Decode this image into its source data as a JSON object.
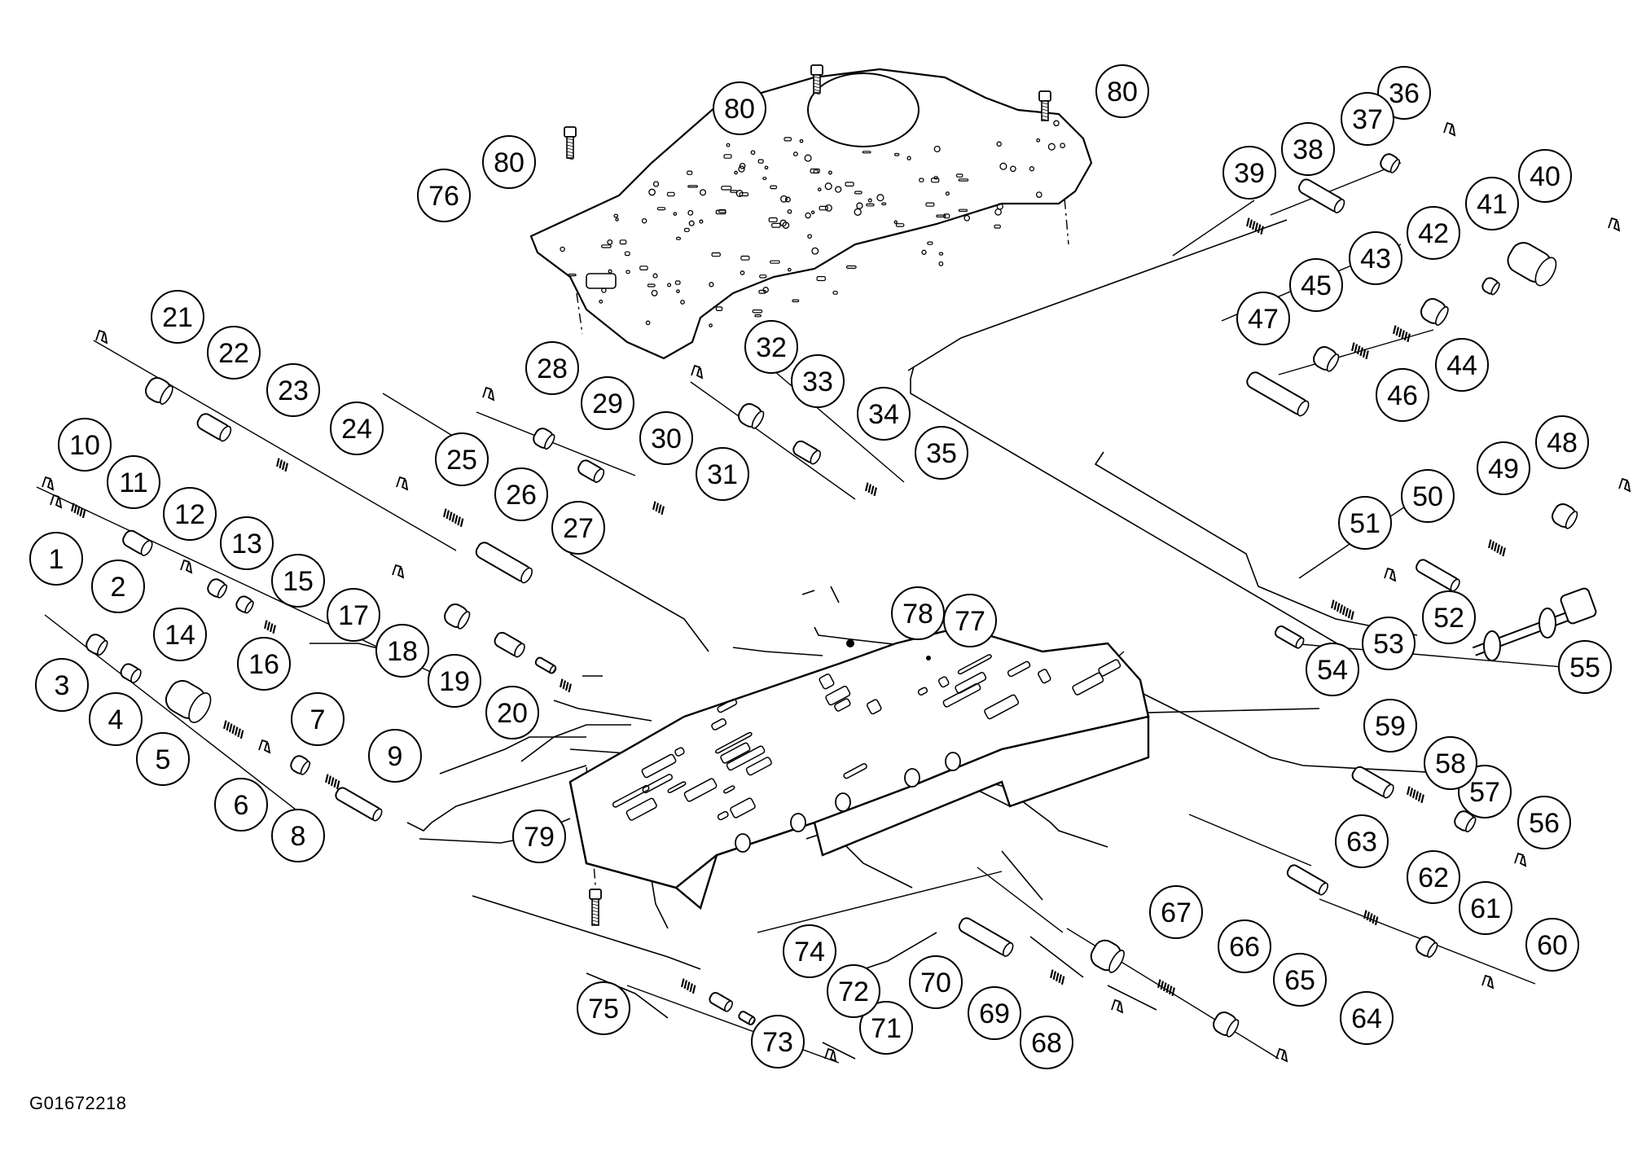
{
  "figure_code": "G01672218",
  "colors": {
    "ink": "#000000",
    "paper": "#ffffff"
  },
  "callouts": [
    "1",
    "2",
    "3",
    "4",
    "5",
    "6",
    "7",
    "8",
    "9",
    "10",
    "11",
    "12",
    "13",
    "14",
    "15",
    "16",
    "17",
    "18",
    "19",
    "20",
    "21",
    "22",
    "23",
    "24",
    "25",
    "26",
    "27",
    "28",
    "29",
    "30",
    "31",
    "32",
    "33",
    "34",
    "35",
    "36",
    "37",
    "38",
    "39",
    "40",
    "41",
    "42",
    "43",
    "44",
    "45",
    "46",
    "47",
    "48",
    "49",
    "50",
    "51",
    "52",
    "53",
    "54",
    "55",
    "56",
    "57",
    "58",
    "59",
    "60",
    "61",
    "62",
    "63",
    "64",
    "65",
    "66",
    "67",
    "68",
    "69",
    "70",
    "71",
    "72",
    "73",
    "74",
    "75",
    "76",
    "77",
    "78",
    "79",
    "80",
    "80",
    "80"
  ]
}
